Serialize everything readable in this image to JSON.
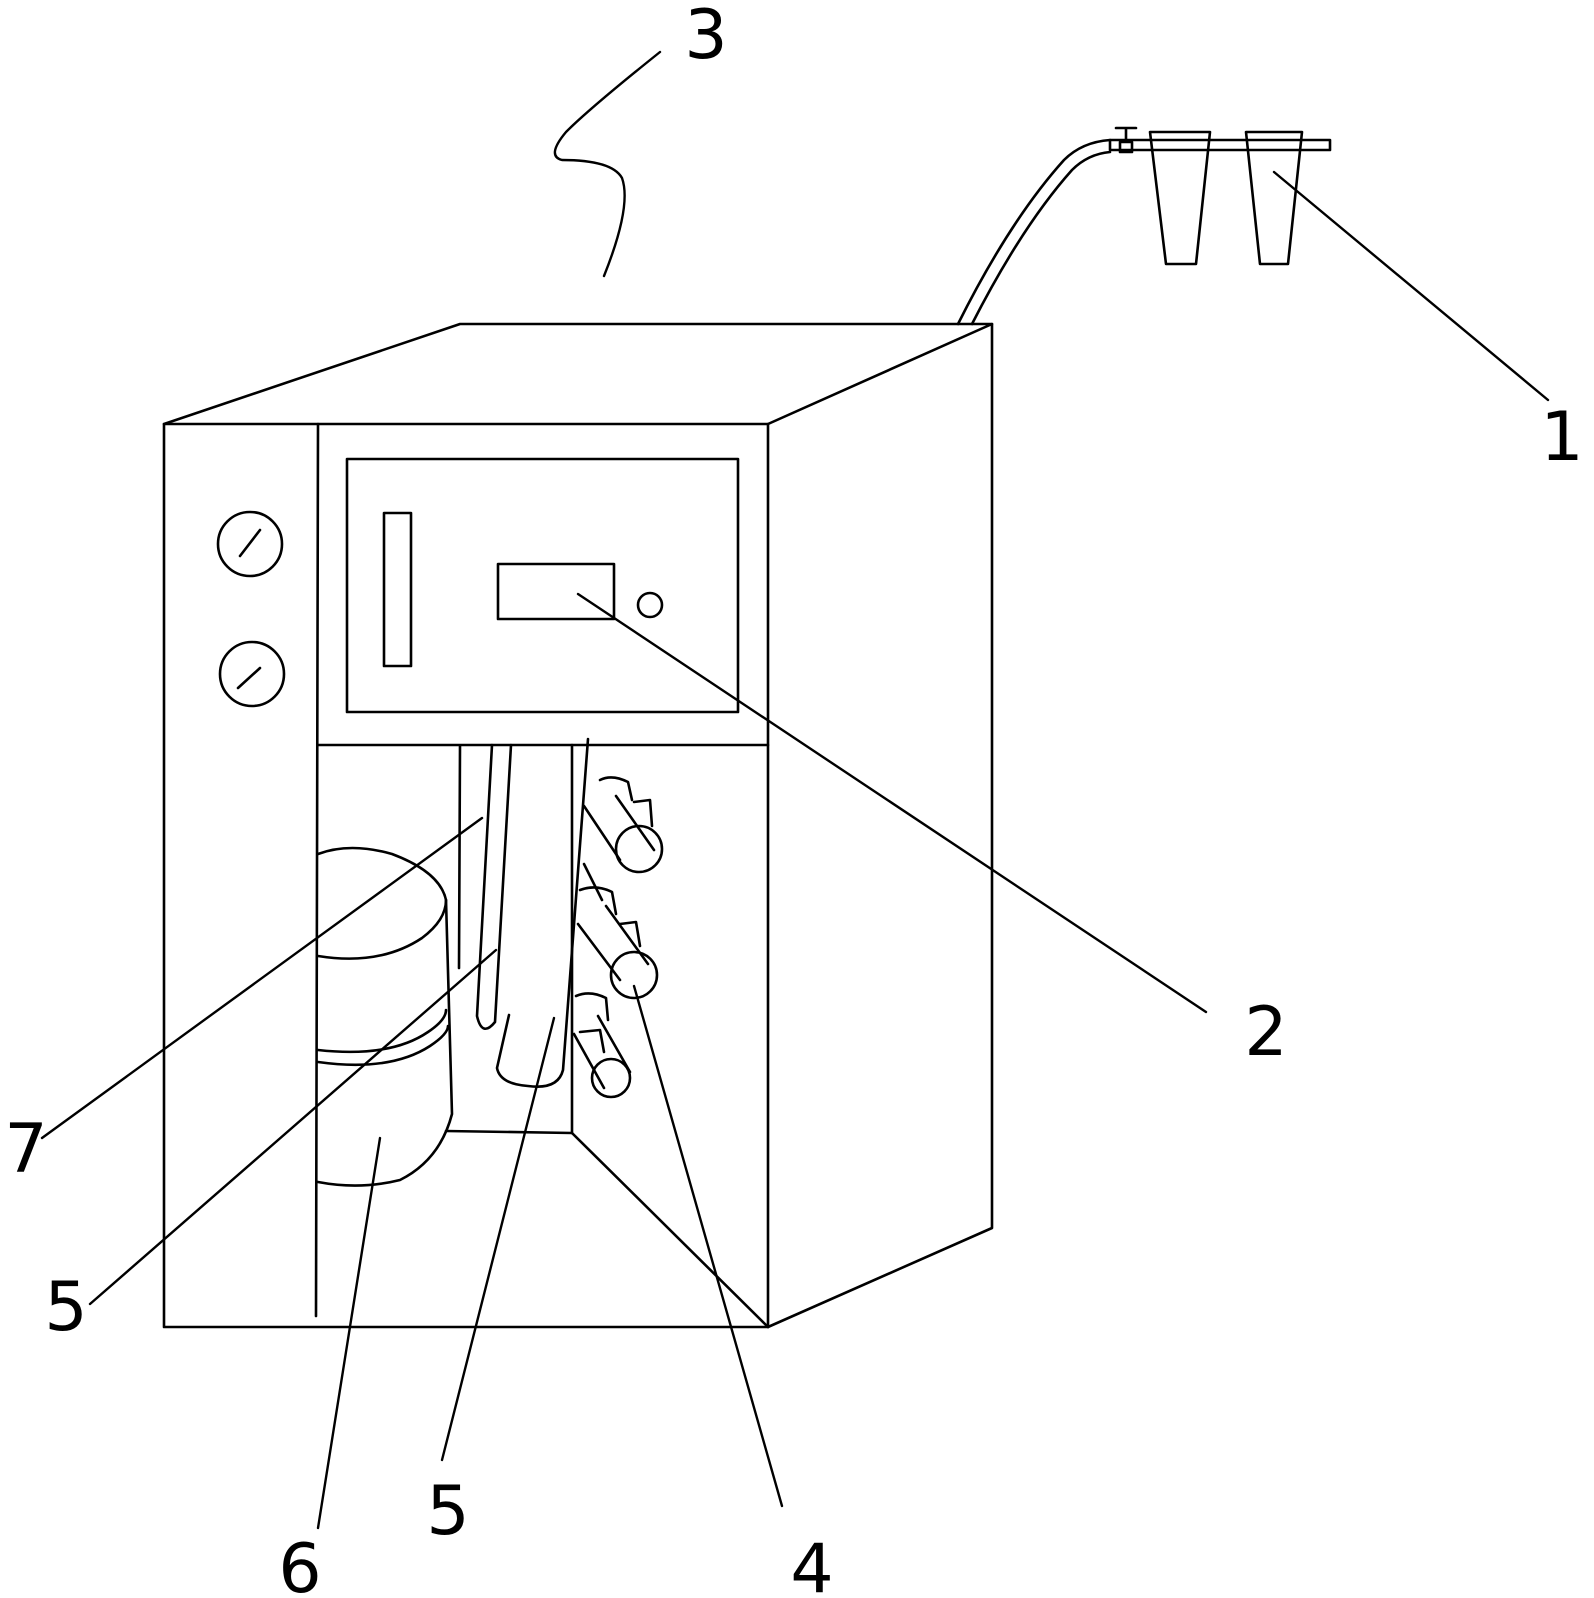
{
  "labels": [
    {
      "id": "1",
      "text": "1"
    },
    {
      "id": "2",
      "text": "2"
    },
    {
      "id": "3",
      "text": "3"
    },
    {
      "id": "4",
      "text": "4"
    },
    {
      "id": "5a",
      "text": "5"
    },
    {
      "id": "5b",
      "text": "5"
    },
    {
      "id": "6",
      "text": "6"
    },
    {
      "id": "7",
      "text": "7"
    }
  ],
  "colors": {
    "line": "#000000",
    "background": "#ffffff"
  }
}
